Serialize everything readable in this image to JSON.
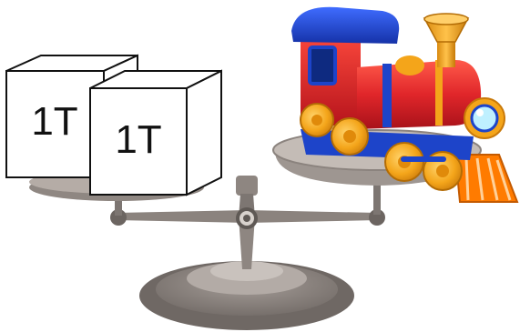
{
  "weights": [
    {
      "label": "1T"
    },
    {
      "label": "1T"
    }
  ],
  "colors": {
    "scale_dark": "#7d7672",
    "scale_mid": "#9a928d",
    "scale_light": "#c7c0bb",
    "scale_pivot_dark": "#5f5955",
    "pan_fill": "#b5aca6",
    "train_red": "#e0262a",
    "train_blue": "#1d44c9",
    "train_yellow": "#f4a51a",
    "train_orange": "#ff7b00",
    "weight_outline": "#111111",
    "weight_fill": "#ffffff"
  },
  "icons": [
    "balance-scale",
    "weight-block",
    "toy-train"
  ]
}
